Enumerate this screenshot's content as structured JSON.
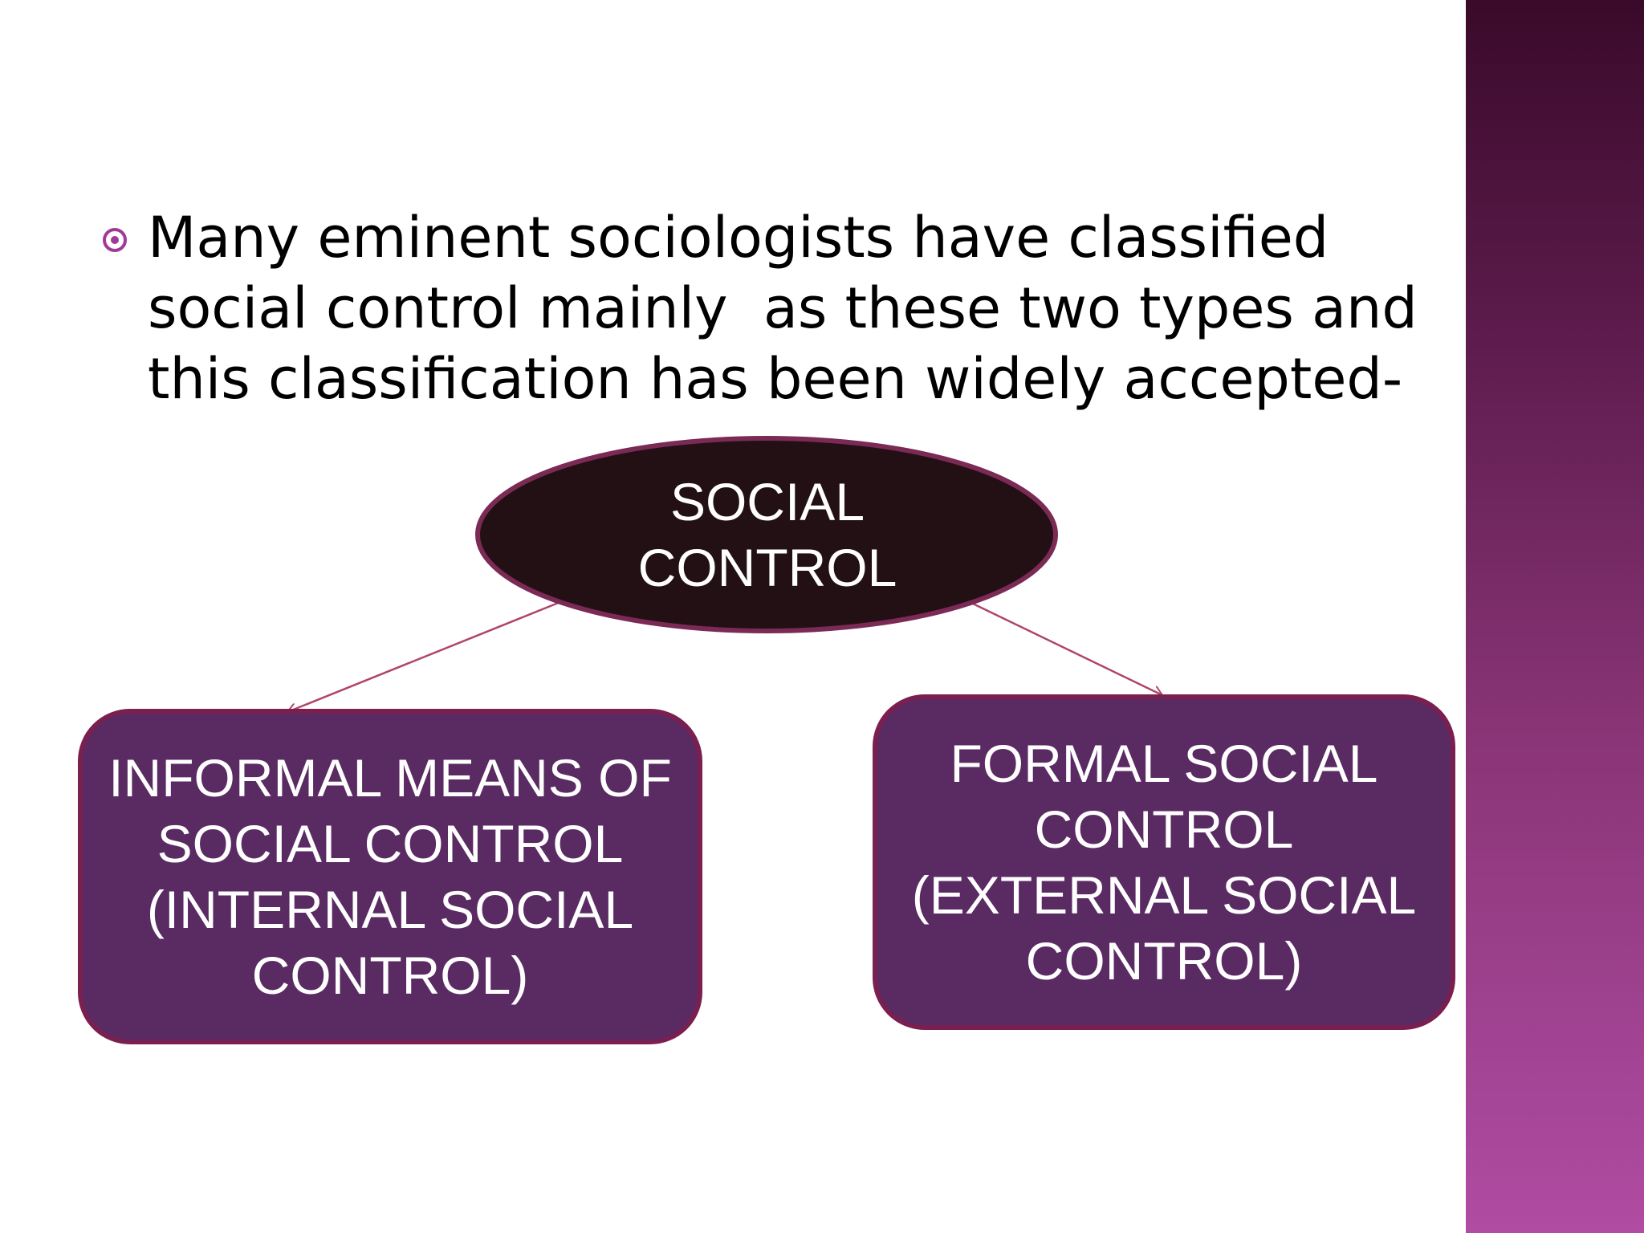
{
  "slide": {
    "intro_text": "Many eminent sociologists have classified social control mainly  as these two types and this classification has been widely accepted-"
  },
  "diagram": {
    "root": {
      "label": "SOCIAL\nCONTROL"
    },
    "left_node": {
      "label": "INFORMAL MEANS OF\nSOCIAL CONTROL\n(INTERNAL SOCIAL\nCONTROL)"
    },
    "right_node": {
      "label": "FORMAL SOCIAL\nCONTROL\n(EXTERNAL SOCIAL\nCONTROL)"
    }
  },
  "colors": {
    "accent_band_top": "#3a0a2a",
    "accent_band_bottom": "#b04ca3",
    "bullet": "#a1399a",
    "root_fill": "#231015",
    "root_stroke": "#7a2a55",
    "box_fill": "#5a2a63",
    "box_stroke": "#7a2050",
    "connector": "#b0456a"
  },
  "icons": {
    "bullet": "circle-dot-bullet-icon"
  }
}
